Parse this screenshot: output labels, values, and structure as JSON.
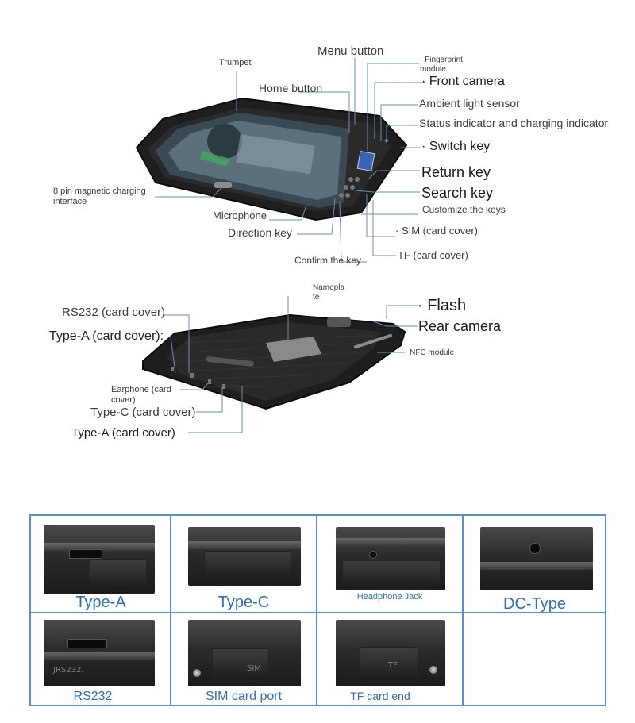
{
  "front": {
    "trumpet": "Trumpet",
    "menu_button": "Menu button",
    "fingerprint_line1": "· Fingerprint",
    "fingerprint_line2": "module",
    "front_camera": "· Front camera",
    "home_button": "Home button",
    "ambient_light": "Ambient light sensor",
    "status_indicator": "Status indicator and charging indicator",
    "switch_key": "· Switch key",
    "return_key": "Return key",
    "search_key": "Search key",
    "magnetic_line1": "8 pin magnetic charging",
    "magnetic_line2": "interface",
    "customize_keys": "Customize the keys",
    "microphone": "Microphone",
    "direction_key": "Direction key",
    "sim": "· SIM (card cover)",
    "confirm_key": "Confirm the key",
    "tf": "TF (card cover)"
  },
  "back": {
    "nameplate_line1": "Namepla",
    "nameplate_line2": "te",
    "flash": "· Flash",
    "rear_camera": "Rear camera",
    "rs232": "RS232 (card cover)",
    "type_a_top": "Type-A (card cover):",
    "nfc": "· NFC module",
    "earphone_line1": "Earphone (card",
    "earphone_line2": "cover)",
    "type_c": "Type-C (card cover)",
    "type_a_bottom": "Type-A (card cover)"
  },
  "ports": [
    {
      "caption": "Type-A"
    },
    {
      "caption": "Type-C"
    },
    {
      "caption": "Headphone Jack"
    },
    {
      "caption": "DC-Type"
    },
    {
      "caption": "RS232",
      "etch": "JRS232."
    },
    {
      "caption": "SIM card port",
      "etch": "SIM"
    },
    {
      "caption": "TF card end",
      "etch": "TF"
    }
  ],
  "colors": {
    "grid_border": "#5b8fc6",
    "caption": "#2f6fb8",
    "device_body": "#1f1f1f"
  }
}
